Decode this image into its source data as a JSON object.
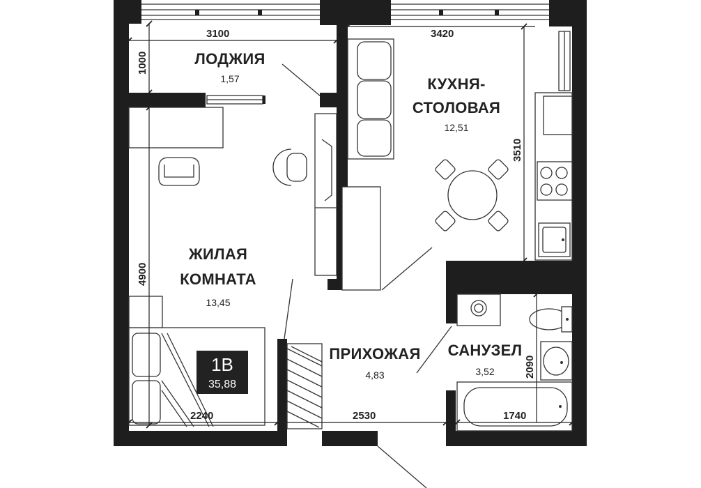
{
  "rooms": {
    "loggia": {
      "name": "ЛОДЖИЯ",
      "area": "1,57"
    },
    "kitchen": {
      "name_line1": "КУХНЯ-",
      "name_line2": "СТОЛОВАЯ",
      "area": "12,51"
    },
    "living": {
      "name_line1": "ЖИЛАЯ",
      "name_line2": "КОМНАТА",
      "area": "13,45"
    },
    "hallway": {
      "name": "ПРИХОЖАЯ",
      "area": "4,83"
    },
    "bathroom": {
      "name": "САНУЗЕЛ",
      "area": "3,52"
    }
  },
  "dimensions": {
    "top_left": "3100",
    "top_right": "3420",
    "loggia_depth": "1000",
    "kitchen_depth": "3510",
    "living_depth": "4900",
    "bathroom_depth": "2090",
    "bottom_left": "2240",
    "bottom_mid": "2530",
    "bottom_right": "1740"
  },
  "badge": {
    "code": "1В",
    "total_area": "35,88"
  },
  "colors": {
    "wall": "#1e1e1e",
    "line": "#333333",
    "badge_bg": "#222222"
  }
}
